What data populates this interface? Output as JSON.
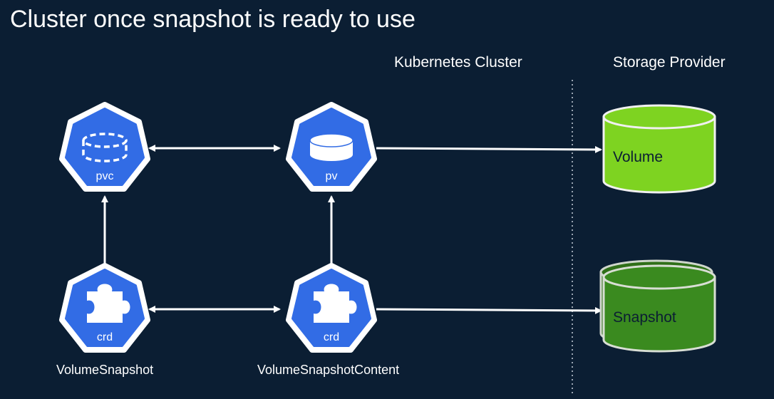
{
  "title": "Cluster once snapshot is ready to use",
  "sections": {
    "cluster": "Kubernetes Cluster",
    "provider": "Storage Provider"
  },
  "nodes": {
    "pvc": {
      "label": "pvc",
      "icon": "dashed-disk-icon"
    },
    "pv": {
      "label": "pv",
      "icon": "disk-icon"
    },
    "crd_snapshot": {
      "label": "crd",
      "icon": "puzzle-piece-icon",
      "caption": "VolumeSnapshot"
    },
    "crd_content": {
      "label": "crd",
      "icon": "puzzle-piece-icon",
      "caption": "VolumeSnapshotContent"
    }
  },
  "storage": {
    "volume": {
      "label": "Volume",
      "color": "#7ed321"
    },
    "snapshot": {
      "label": "Snapshot",
      "color": "#3a8a1f"
    }
  },
  "colors": {
    "background": "#0b1e33",
    "k8s_blue": "#326ce5",
    "arrow": "#ffffff"
  }
}
